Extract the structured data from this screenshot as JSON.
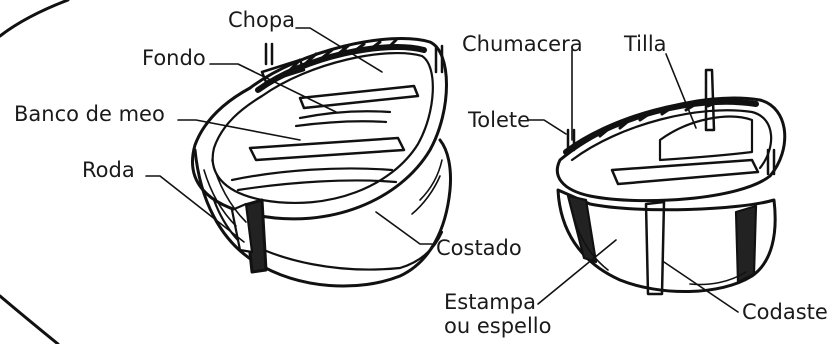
{
  "diagram": {
    "left_boat": {
      "labels": {
        "chopa": "Chopa",
        "fondo": "Fondo",
        "banco_de_meo": "Banco de meo",
        "roda": "Roda",
        "costado": "Costado"
      }
    },
    "right_boat": {
      "labels": {
        "chumacera": "Chumacera",
        "tilla": "Tilla",
        "tolete": "Tolete",
        "estampa_line1": "Estampa",
        "estampa_line2": "ou espello",
        "codaste": "Codaste"
      }
    },
    "line_color": "#111111"
  }
}
